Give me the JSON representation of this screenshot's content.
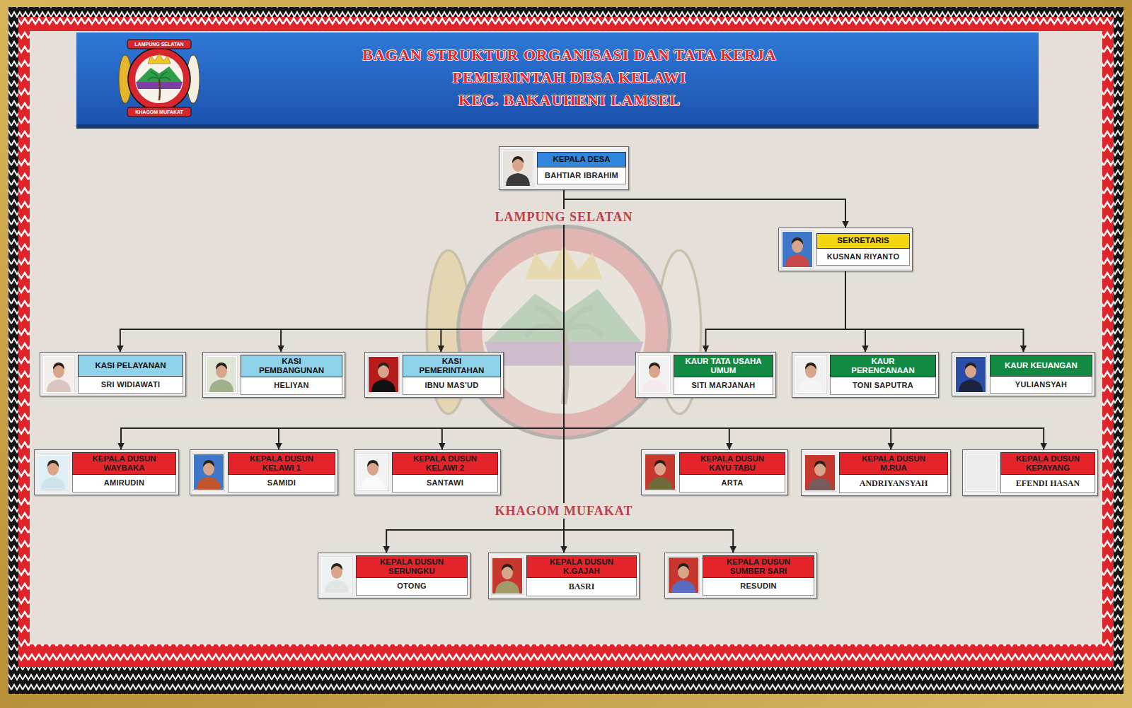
{
  "diagram": {
    "title": "BAGAN STRUKTUR ORGANISASI DAN TATA KERJA",
    "nodes": [
      {
        "text": [
          "KEPALA DESA",
          "BAHTIAR IBRAHIM"
        ]
      },
      {
        "text": [
          "SEKRETARIS",
          "KUSNAN RIYANTO"
        ]
      },
      {
        "text": [
          "KASI PELAYANAN",
          "SRI WIDIAWATI"
        ]
      },
      {
        "text": [
          "KASI PEMBANGUNAN",
          "HELIYAN"
        ]
      },
      {
        "text": [
          "KASI PEMERINTAHAN",
          "IBNU MAS'UD"
        ]
      },
      {
        "text": [
          "KAUR TATA USAHA UMUM",
          "SITI MARJANAH"
        ]
      },
      {
        "text": [
          "KAUR PERENCANAAN",
          "TONI SAPUTRA"
        ]
      },
      {
        "text": [
          "KAUR KEUANGAN",
          "YULIANSYAH"
        ]
      },
      {
        "text": [
          "KEPALA DUSUN WAYBAKA",
          "AMIRUDIN"
        ]
      },
      {
        "text": [
          "KEPALA DUSUN KELAWI 1",
          "SAMIDI"
        ]
      },
      {
        "text": [
          "KEPALA DUSUN KELAWI 2",
          "SANTAWI"
        ]
      },
      {
        "text": [
          "KEPALA DUSUN KAYU TABU",
          "ARTA"
        ]
      },
      {
        "text": [
          "KEPALA DUSUN M.RUA",
          "ANDRIYANSYAH"
        ]
      },
      {
        "text": [
          "KEPALA DUSUN KEPAYANG",
          "EFENDI HASAN"
        ]
      },
      {
        "text": [
          "KEPALA DUSUN SERUNGKU",
          "OTONG"
        ]
      },
      {
        "text": [
          "KEPALA DUSUN K.GAJAH",
          "BASRI"
        ]
      },
      {
        "text": [
          "KEPALA DUSUN SUMBER SARI",
          "RESUDIN"
        ]
      }
    ],
    "edges": [
      {
        "from": 0,
        "to": 1,
        "arrow": "to"
      },
      {
        "from": 0,
        "to": 2,
        "arrow": "to"
      },
      {
        "from": 0,
        "to": 3,
        "arrow": "to"
      },
      {
        "from": 0,
        "to": 4,
        "arrow": "to"
      },
      {
        "from": 1,
        "to": 5,
        "arrow": "to"
      },
      {
        "from": 1,
        "to": 6,
        "arrow": "to"
      },
      {
        "from": 1,
        "to": 7,
        "arrow": "to"
      },
      {
        "from": 0,
        "to": 8,
        "arrow": "to"
      },
      {
        "from": 0,
        "to": 9,
        "arrow": "to"
      },
      {
        "from": 0,
        "to": 10,
        "arrow": "to"
      },
      {
        "from": 0,
        "to": 11,
        "arrow": "to"
      },
      {
        "from": 0,
        "to": 12,
        "arrow": "to"
      },
      {
        "from": 0,
        "to": 13,
        "arrow": "to"
      },
      {
        "from": 0,
        "to": 14,
        "arrow": "to"
      },
      {
        "from": 0,
        "to": 15,
        "arrow": "to"
      },
      {
        "from": 0,
        "to": 16,
        "arrow": "to"
      }
    ],
    "labels": [
      "PEMERINTAH DESA KELAWI",
      "KEC. BAKAUHENI LAMSEL",
      "LAMPUNG SELATAN",
      "KHAGOM MUFAKAT",
      "LAMPUNG SELATAN",
      "KHAGOM MUFAKAT"
    ]
  }
}
